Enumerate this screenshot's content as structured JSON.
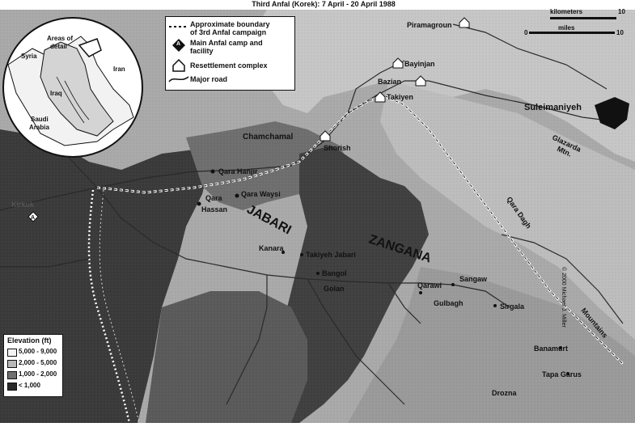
{
  "title": "Third Anfal (Korek): 7 April - 20 April 1988",
  "legend": {
    "boundary": "Approximate boundary of 3rd Anfal campaign",
    "boundary_line2": "of 3rd Anfal campaign",
    "boundary_line1": "Approximate boundary",
    "camp_line1": "Main Anfal camp and",
    "camp_line2": "facility",
    "camp_symbol": "A",
    "resettlement": "Resettlement complex",
    "road": "Major road"
  },
  "elevation": {
    "title": "Elevation (ft)",
    "ranges": [
      {
        "label": "5,000 - 9,000",
        "color": "#f4f4f4"
      },
      {
        "label": "2,000 - 5,000",
        "color": "#b8b8b8"
      },
      {
        "label": "1,000 - 2,000",
        "color": "#707070"
      },
      {
        "label": "< 1,000",
        "color": "#2a2a2a"
      }
    ]
  },
  "scale": {
    "km_label": "kilometers",
    "km_max": "10",
    "mi_label": "miles",
    "mi_max": "10",
    "zero": "0"
  },
  "inset": {
    "areas_of_detail_line1": "Areas of",
    "areas_of_detail_line2": "detail",
    "syria": "Syria",
    "iran": "Iran",
    "iraq": "Iraq",
    "saudi_line1": "Saudi",
    "saudi_line2": "Arabia"
  },
  "places": {
    "piramagroun": "Piramagroun",
    "bayinjan": "Bayinjan",
    "bazian": "Bazian",
    "takiyen": "Takiyen",
    "suleimaniyeh": "Suleimaniyeh",
    "chamchamal": "Chamchamal",
    "shorish": "Shorish",
    "qara_hanjir": "Qara Hanjir",
    "qara_waysi": "Qara Waysi",
    "qara_hassan_1": "Qara",
    "qara_hassan_2": "Hassan",
    "kanara": "Kanara",
    "takiyeh_jabari": "Takiyeh Jabari",
    "bangol": "Bangol",
    "golan": "Golan",
    "sangaw": "Sangaw",
    "qarawi": "Qarawi",
    "gulbagh": "Gulbagh",
    "sirgala": "Sirgala",
    "banamurt": "Banamurt",
    "tapa_garus": "Tapa Garus",
    "drozna": "Drozna",
    "kirkuk": "Kirkuk",
    "kirkuk_symbol": "A"
  },
  "regions": {
    "jabari": "JABARI",
    "zangana": "ZANGANA",
    "qara_dagh": "Qara Dagh",
    "mountains": "Mountains",
    "glazarda_1": "Glazarda",
    "glazarda_2": "Mtn."
  },
  "copyright": "© 2000 Michael J. Miller"
}
